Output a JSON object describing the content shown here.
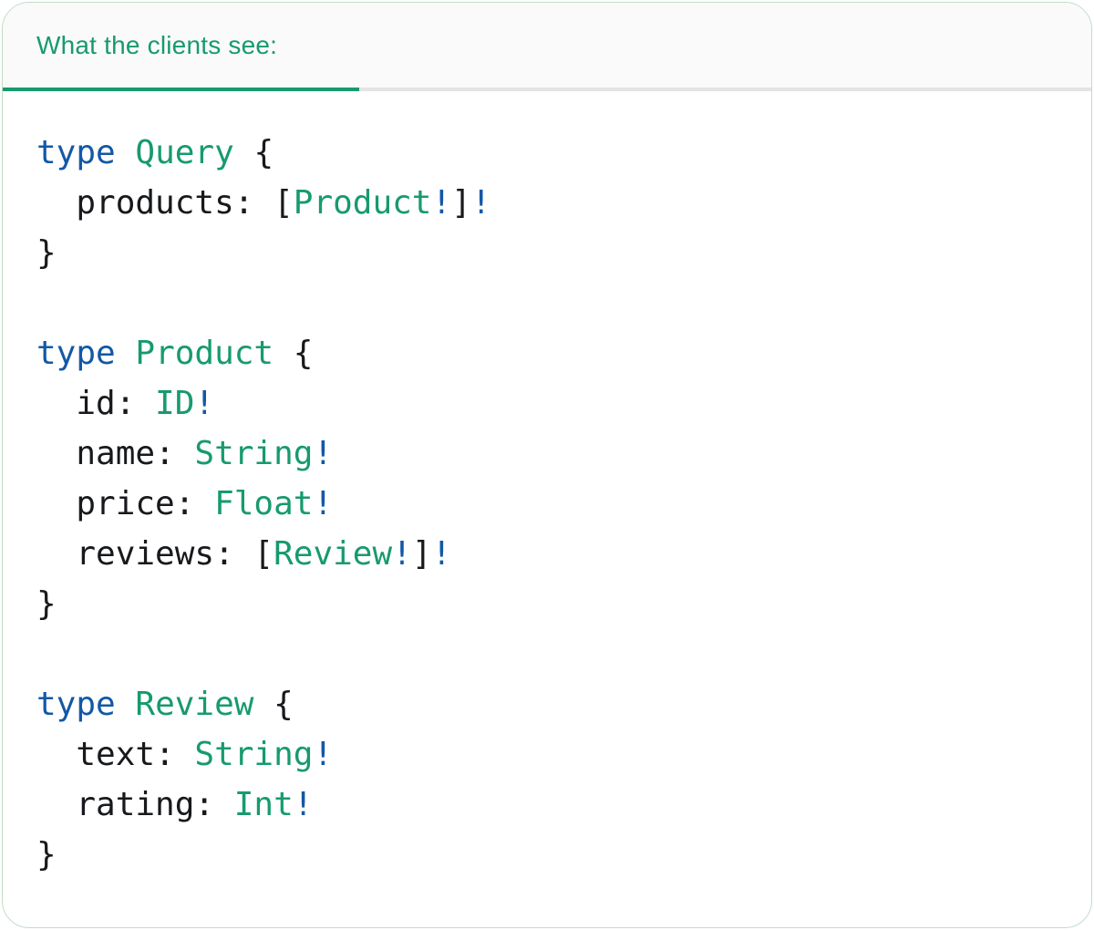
{
  "tab": {
    "label": "What the clients see:"
  },
  "colors": {
    "accent": "#179a6f",
    "keyword": "#1358a6",
    "plain": "#17191c",
    "tab_bg": "#fafafa",
    "divider": "#e3e3e3",
    "card_border": "#c2ddc8",
    "card_bg": "#ffffff"
  },
  "code": {
    "language": "graphql",
    "lines": [
      {
        "tokens": [
          {
            "text": "type",
            "style": "keyword"
          },
          {
            "text": " ",
            "style": "plain"
          },
          {
            "text": "Query",
            "style": "typename"
          },
          {
            "text": " {",
            "style": "plain"
          }
        ]
      },
      {
        "tokens": [
          {
            "text": "  products: [",
            "style": "plain"
          },
          {
            "text": "Product",
            "style": "typename"
          },
          {
            "text": "!",
            "style": "bang"
          },
          {
            "text": "]",
            "style": "plain"
          },
          {
            "text": "!",
            "style": "bang"
          }
        ]
      },
      {
        "tokens": [
          {
            "text": "}",
            "style": "plain"
          }
        ]
      },
      {
        "tokens": []
      },
      {
        "tokens": [
          {
            "text": "type",
            "style": "keyword"
          },
          {
            "text": " ",
            "style": "plain"
          },
          {
            "text": "Product",
            "style": "typename"
          },
          {
            "text": " {",
            "style": "plain"
          }
        ]
      },
      {
        "tokens": [
          {
            "text": "  id: ",
            "style": "plain"
          },
          {
            "text": "ID",
            "style": "typename"
          },
          {
            "text": "!",
            "style": "bang"
          }
        ]
      },
      {
        "tokens": [
          {
            "text": "  name: ",
            "style": "plain"
          },
          {
            "text": "String",
            "style": "typename"
          },
          {
            "text": "!",
            "style": "bang"
          }
        ]
      },
      {
        "tokens": [
          {
            "text": "  price: ",
            "style": "plain"
          },
          {
            "text": "Float",
            "style": "typename"
          },
          {
            "text": "!",
            "style": "bang"
          }
        ]
      },
      {
        "tokens": [
          {
            "text": "  reviews: [",
            "style": "plain"
          },
          {
            "text": "Review",
            "style": "typename"
          },
          {
            "text": "!",
            "style": "bang"
          },
          {
            "text": "]",
            "style": "plain"
          },
          {
            "text": "!",
            "style": "bang"
          }
        ]
      },
      {
        "tokens": [
          {
            "text": "}",
            "style": "plain"
          }
        ]
      },
      {
        "tokens": []
      },
      {
        "tokens": [
          {
            "text": "type",
            "style": "keyword"
          },
          {
            "text": " ",
            "style": "plain"
          },
          {
            "text": "Review",
            "style": "typename"
          },
          {
            "text": " {",
            "style": "plain"
          }
        ]
      },
      {
        "tokens": [
          {
            "text": "  text: ",
            "style": "plain"
          },
          {
            "text": "String",
            "style": "typename"
          },
          {
            "text": "!",
            "style": "bang"
          }
        ]
      },
      {
        "tokens": [
          {
            "text": "  rating: ",
            "style": "plain"
          },
          {
            "text": "Int",
            "style": "typename"
          },
          {
            "text": "!",
            "style": "bang"
          }
        ]
      },
      {
        "tokens": [
          {
            "text": "}",
            "style": "plain"
          }
        ]
      }
    ]
  }
}
